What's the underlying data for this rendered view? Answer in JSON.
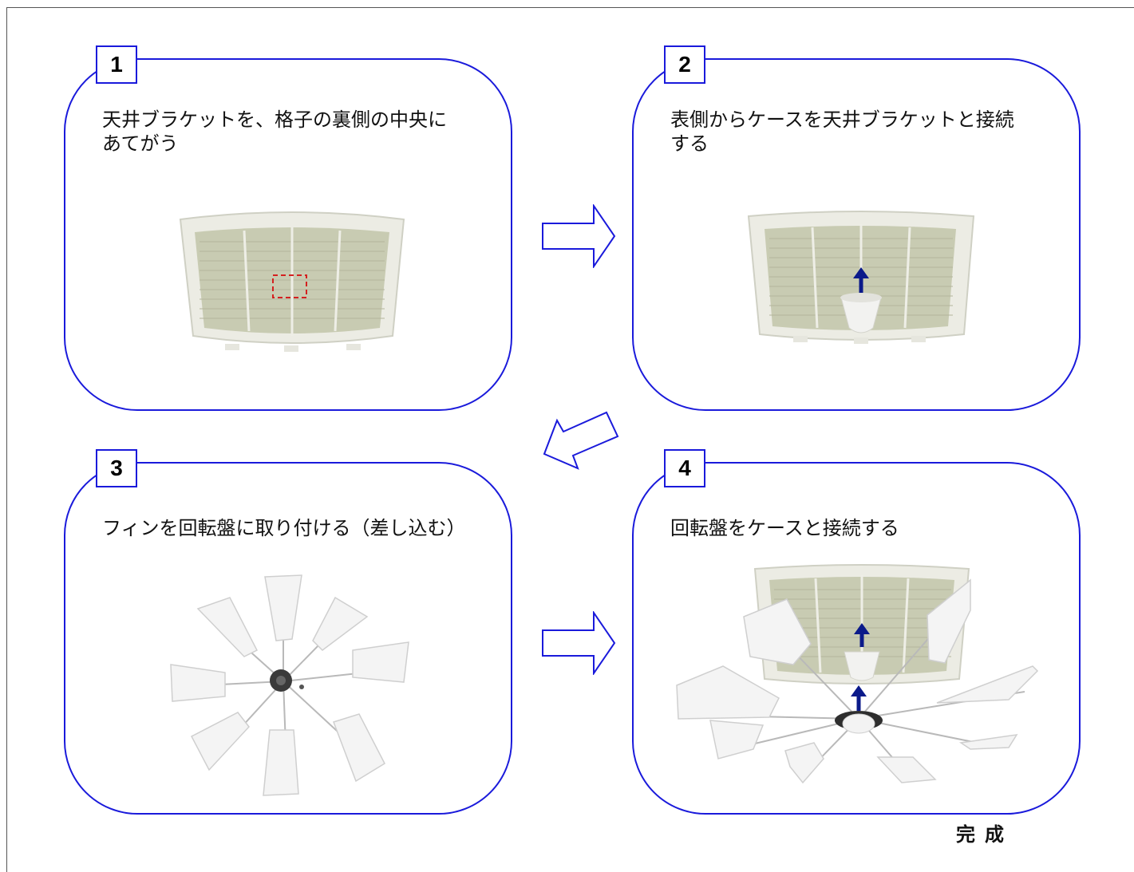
{
  "steps": [
    {
      "number": "1",
      "text": "天井ブラケットを、格子の裏側の中央に\nあてがう"
    },
    {
      "number": "2",
      "text": "表側からケースを天井ブラケットと接続\nする"
    },
    {
      "number": "3",
      "text": "フィンを回転盤に取り付ける（差し込む）"
    },
    {
      "number": "4",
      "text": "回転盤をケースと接続する"
    }
  ],
  "complete_label": "完成",
  "colors": {
    "border": "#1a1adb",
    "arrow_fill": "#ffffff",
    "arrow_stroke": "#1a1adb",
    "grille": "#c8cbb2",
    "frame": "#ecece4",
    "marker": "#d42020",
    "up_arrow": "#0b1a8a"
  },
  "icons": [
    "right-arrow-icon",
    "down-left-arrow-icon",
    "up-arrow-icon"
  ]
}
